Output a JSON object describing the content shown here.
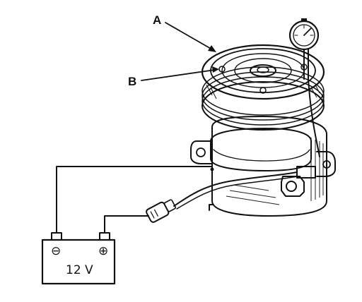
{
  "diagram": {
    "callouts": [
      {
        "letter": "A",
        "target": "clutch-pulley-assembly"
      },
      {
        "letter": "B",
        "target": "armature-plate-gap"
      }
    ],
    "battery": {
      "voltage_label": "12 V",
      "negative_symbol": "⊖",
      "positive_symbol": "⊕"
    },
    "icons": [
      "dial-gauge-icon",
      "battery-icon",
      "compressor-icon",
      "wire-connector-icon"
    ]
  }
}
